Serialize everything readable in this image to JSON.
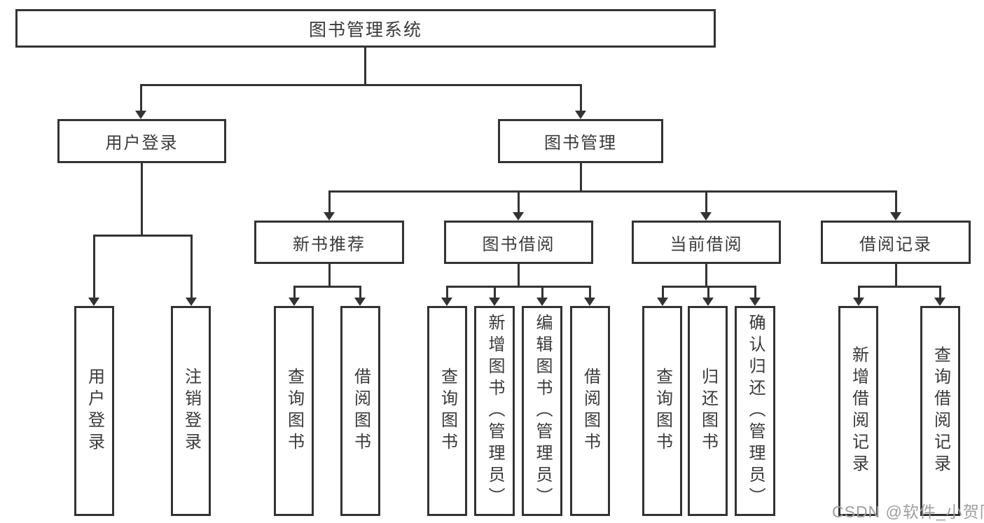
{
  "diagram_type": "functional-structure-tree",
  "colors": {
    "line": "#333333",
    "text": "#3a3a3a",
    "watermark": "#9e9e9e",
    "background": "#ffffff"
  },
  "tree": {
    "label": "图书管理系统",
    "children": [
      {
        "label": "用户登录",
        "children": [
          {
            "label": "用户登录"
          },
          {
            "label": "注销登录"
          }
        ]
      },
      {
        "label": "图书管理",
        "children": [
          {
            "label": "新书推荐",
            "children": [
              {
                "label": "查询图书"
              },
              {
                "label": "借阅图书"
              }
            ]
          },
          {
            "label": "图书借阅",
            "children": [
              {
                "label": "查询图书"
              },
              {
                "label": "新增图书（管理员）"
              },
              {
                "label": "编辑图书（管理员）"
              },
              {
                "label": "借阅图书"
              }
            ]
          },
          {
            "label": "当前借阅",
            "children": [
              {
                "label": "查询图书"
              },
              {
                "label": "归还图书"
              },
              {
                "label": "确认归还（管理员）"
              }
            ]
          },
          {
            "label": "借阅记录",
            "children": [
              {
                "label": "新增借阅记录"
              },
              {
                "label": "查询借阅记录"
              }
            ]
          }
        ]
      }
    ]
  },
  "watermark": {
    "text": "CSDN @软件_小贺同学"
  }
}
